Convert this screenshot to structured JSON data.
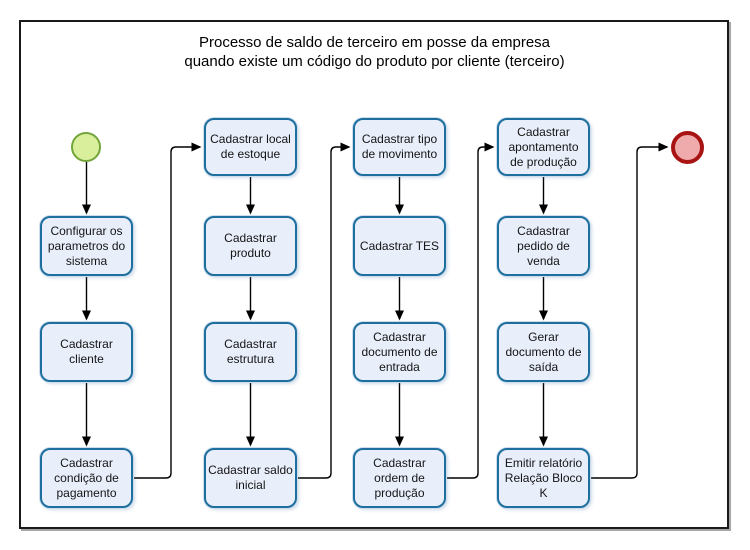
{
  "title": "Processo de saldo de terceiro em posse da empresa\nquando existe um código do produto por cliente (terceiro)",
  "diagram": {
    "type": "flowchart",
    "start_event": {
      "shape": "circle",
      "fill": "#d9ef9b",
      "border": "#73a53c"
    },
    "end_event": {
      "shape": "circle",
      "fill": "#efabab",
      "border": "#a81313"
    },
    "box_style": {
      "fill": "#e8eefa",
      "border": "#1f6f9e"
    },
    "connector_color": "#000000",
    "columns": [
      {
        "boxes": [
          "Configurar os\nparametros do\nsistema",
          "Cadastrar\ncliente",
          "Cadastrar\ncondição de\npagamento"
        ]
      },
      {
        "boxes": [
          "Cadastrar local\nde estoque",
          "Cadastrar\nproduto",
          "Cadastrar\nestrutura",
          "Cadastrar saldo\ninicial"
        ]
      },
      {
        "boxes": [
          "Cadastrar tipo\nde movimento",
          "Cadastrar TES",
          "Cadastrar\ndocumento de\nentrada",
          "Cadastrar\nordem de\nprodução"
        ]
      },
      {
        "boxes": [
          "Cadastrar\napontamento\nde produção",
          "Cadastrar\npedido de\nvenda",
          "Gerar\ndocumento de\nsaída",
          "Emitir relatório\nRelação Bloco\nK"
        ]
      }
    ],
    "flow_order": [
      "start",
      "Configurar os parametros do sistema",
      "Cadastrar cliente",
      "Cadastrar condição de pagamento",
      "Cadastrar local de estoque",
      "Cadastrar produto",
      "Cadastrar estrutura",
      "Cadastrar saldo inicial",
      "Cadastrar tipo de movimento",
      "Cadastrar TES",
      "Cadastrar documento de entrada",
      "Cadastrar ordem de produção",
      "Cadastrar apontamento de produção",
      "Cadastrar pedido de venda",
      "Gerar documento de saída",
      "Emitir relatório Relação Bloco K",
      "end"
    ]
  }
}
